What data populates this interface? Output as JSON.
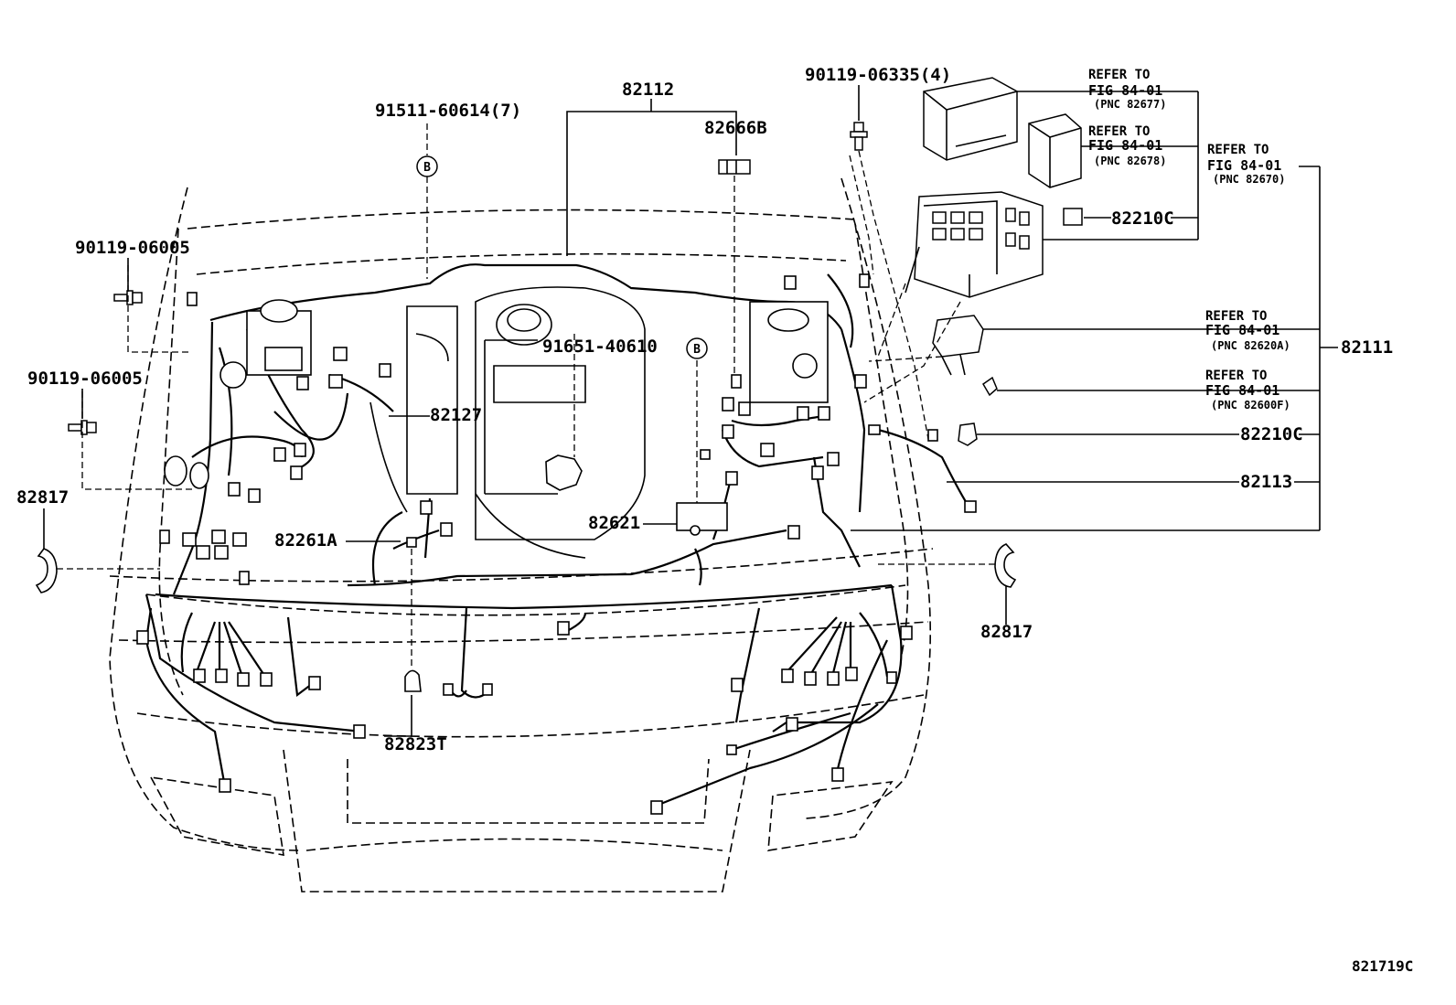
{
  "labels": {
    "p82112": "82112",
    "p91511": "91511-60614(7)",
    "p82666B": "82666B",
    "p90119_06335": "90119-06335(4)",
    "p90119_06005_a": "90119-06005",
    "p90119_06005_b": "90119-06005",
    "p82817_left": "82817",
    "p82817_right": "82817",
    "p82127": "82127",
    "p91651": "91651-40610",
    "p82621": "82621",
    "p82261A": "82261A",
    "p82823T": "82823T",
    "p82210C_a": "82210C",
    "p82210C_b": "82210C",
    "p82111": "82111",
    "p82113": "82113",
    "marker_b_1": "B",
    "marker_b_2": "B"
  },
  "refs": [
    {
      "line1": "REFER TO",
      "line2": "FIG 84-01",
      "pnc": "(PNC 82677)"
    },
    {
      "line1": "REFER TO",
      "line2": "FIG 84-01",
      "pnc": "(PNC 82678)"
    },
    {
      "line1": "REFER TO",
      "line2": "FIG 84-01",
      "pnc": "(PNC 82670)"
    },
    {
      "line1": "REFER TO",
      "line2": "FIG 84-01",
      "pnc": "(PNC 82620A)"
    },
    {
      "line1": "REFER TO",
      "line2": "FIG 84-01",
      "pnc": "(PNC 82600F)"
    }
  ],
  "figure_id": "821719C"
}
